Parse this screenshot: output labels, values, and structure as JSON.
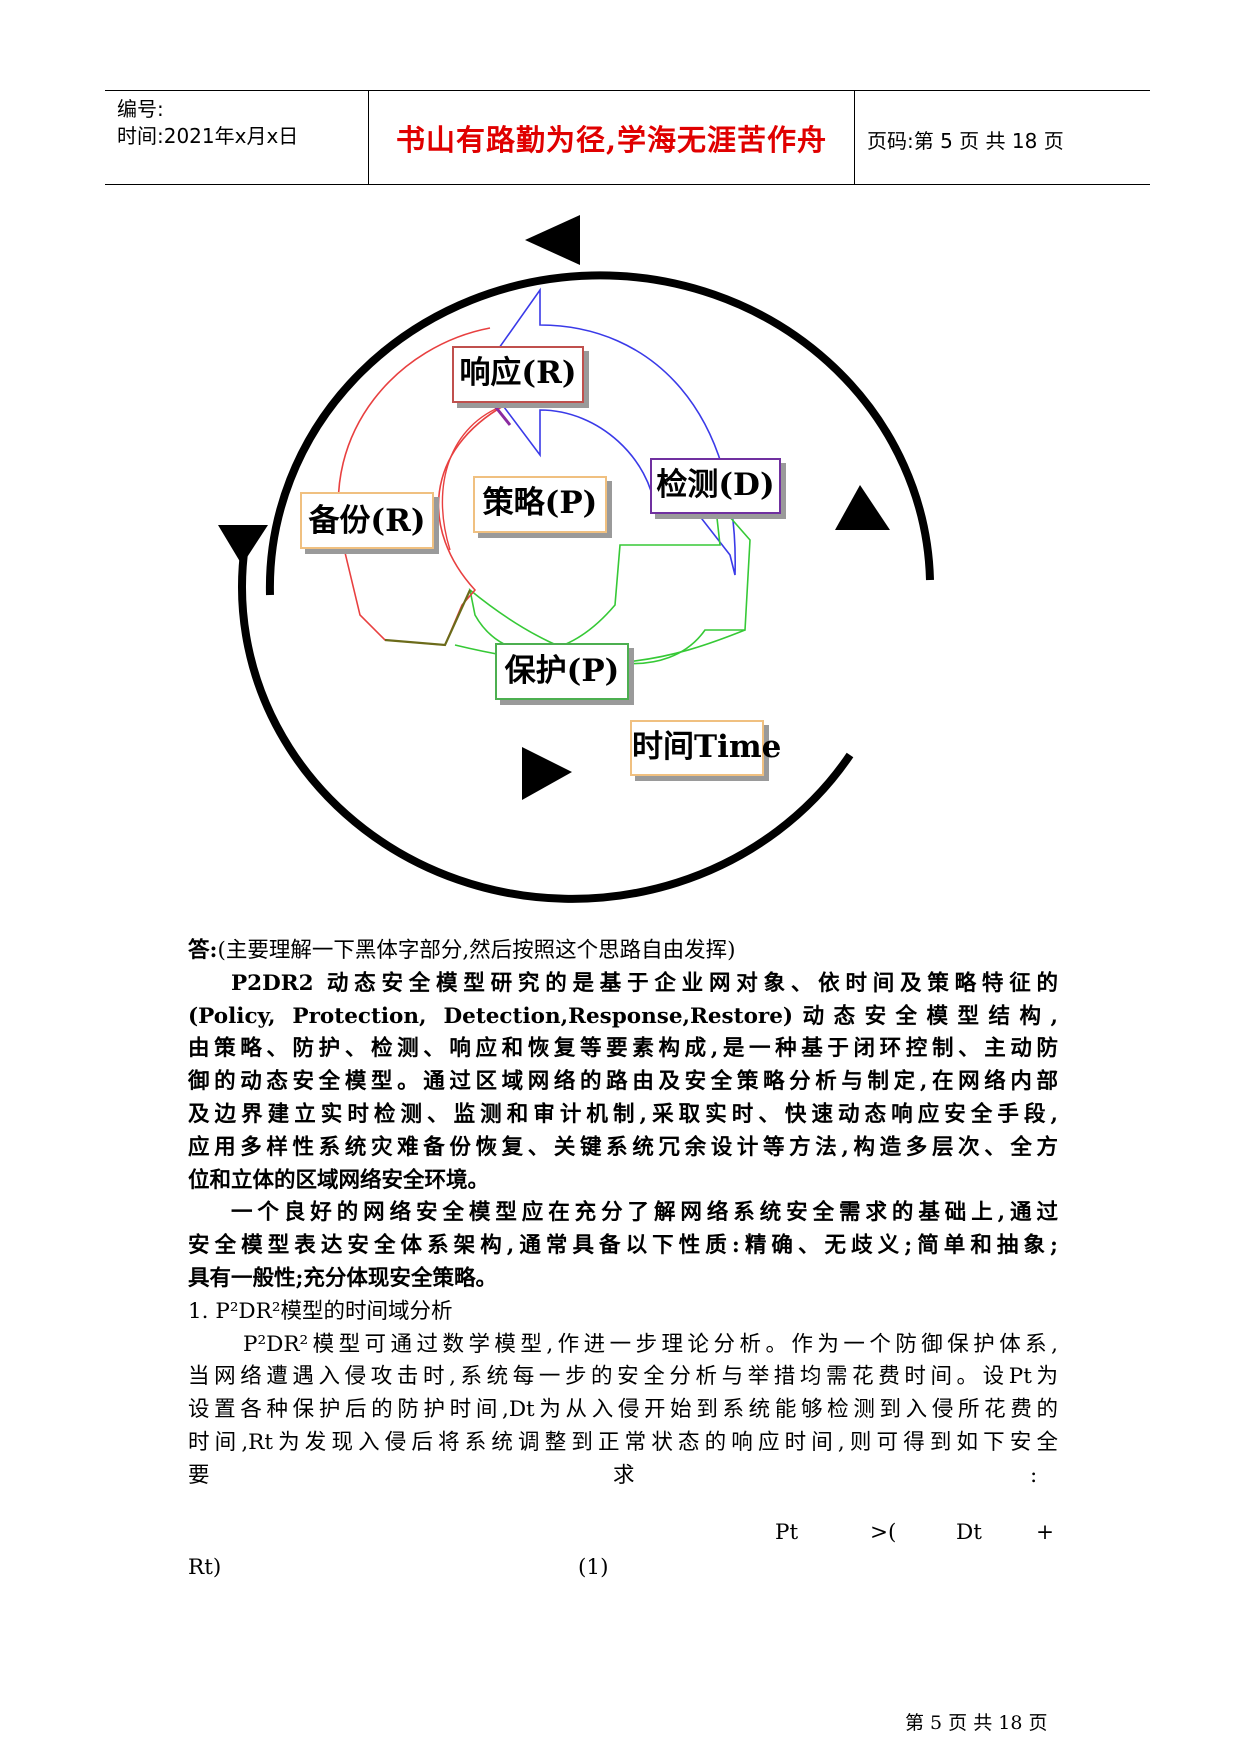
{
  "header": {
    "serial_label": "编号:",
    "time_label": "时间:2021年x月x日",
    "motto": "书山有路勤为径,学海无涯苦作舟",
    "page_info": "页码:第 5 页 共 18 页"
  },
  "diagram": {
    "response": "响应(R)",
    "detection": "检测(D)",
    "policy": "策略(P)",
    "backup": "备份(R)",
    "protection": "保护(P)",
    "time": "时间Time"
  },
  "answer": {
    "label": "答:",
    "hint": "(主要理解一下黑体字部分,然后按照这个思路自由发挥)",
    "bold_lines": [
      "P2DR2 动态安全模型研究的是基于企业网对象、依时间及策略特征的",
      "(Policy, Protection, Detection,Response,Restore)动态安全模型结构,",
      "由策略、防护、检测、响应和恢复等要素构成,是一种基于闭环控制、主动防",
      "御的动态安全模型。通过区域网络的路由及安全策略分析与制定,在网络内部",
      "及边界建立实时检测、监测和审计机制,采取实时、快速动态响应安全手段,",
      "应用多样性系统灾难备份恢复、关键系统冗余设计等方法,构造多层次、全方",
      "位和立体的区域网络安全环境。",
      "一个良好的网络安全模型应在充分了解网络系统安全需求的基础上,通过",
      "安全模型表达安全体系架构,通常具备以下性质:精确、无歧义;简单和抽象;",
      "具有一般性;充分体现安全策略。"
    ],
    "section_title": "1. P²DR²模型的时间域分析",
    "normal_lines": [
      "P²DR²模型可通过数学模型,作进一步理论分析。作为一个防御保护体系,",
      "当网络遭遇入侵攻击时,系统每一步的安全分析与举措均需花费时间。设Pt为",
      "设置各种保护后的防护时间,Dt为从入侵开始到系统能够检测到入侵所花费的",
      "时间,Rt为发现入侵后将系统调整到正常状态的响应时间,则可得到如下安全"
    ],
    "req_parts": [
      "要",
      "求",
      ":"
    ],
    "formula_line1": [
      "Pt",
      ">(",
      "Dt",
      "+"
    ],
    "formula_line2": [
      "Rt)",
      "(1)"
    ]
  },
  "footer": "第 5 页 共 18 页"
}
